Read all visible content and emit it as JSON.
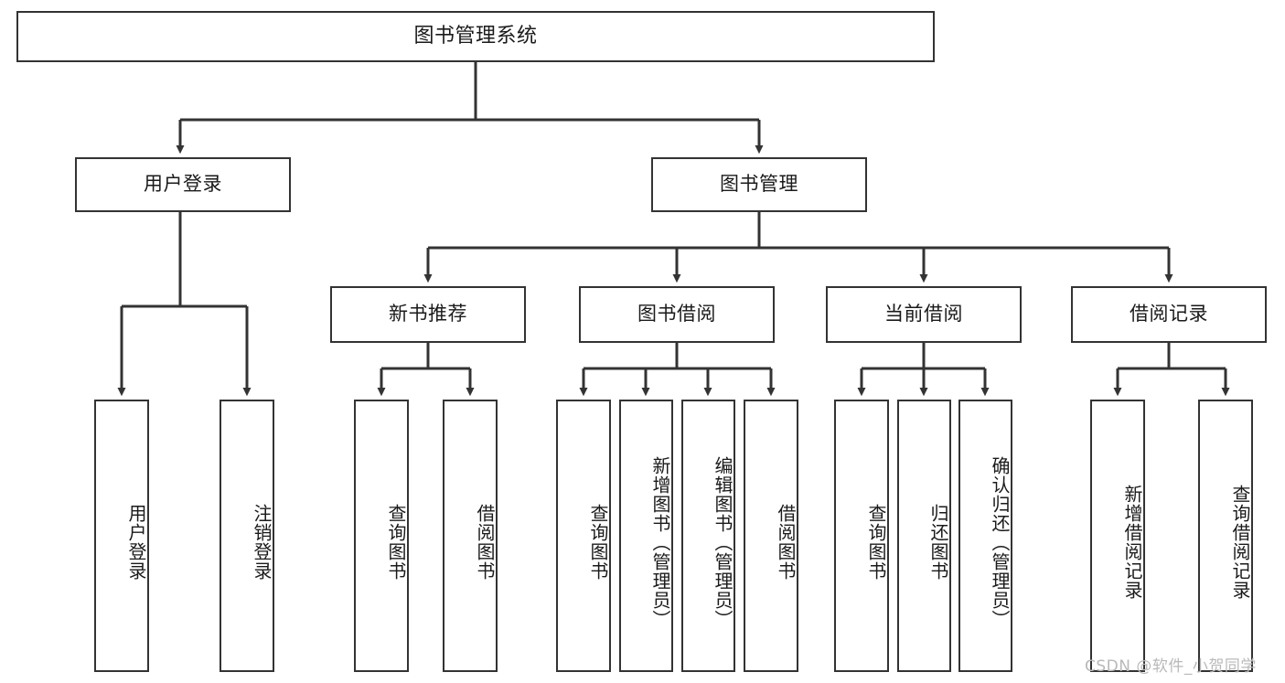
{
  "diagram": {
    "title": "图书管理系统",
    "type": "tree-hierarchy",
    "root": {
      "label": "图书管理系统"
    },
    "level2": [
      {
        "label": "用户登录"
      },
      {
        "label": "图书管理"
      }
    ],
    "level3": [
      {
        "label": "新书推荐"
      },
      {
        "label": "图书借阅"
      },
      {
        "label": "当前借阅"
      },
      {
        "label": "借阅记录"
      }
    ],
    "leaves": {
      "user_login": [
        {
          "label": "用户登录"
        },
        {
          "label": "注销登录"
        }
      ],
      "new_book_rec": [
        {
          "label": "查询图书"
        },
        {
          "label": "借阅图书"
        }
      ],
      "book_borrow": [
        {
          "label": "查询图书"
        },
        {
          "label": "新增图书（管理员）"
        },
        {
          "label": "编辑图书（管理员）"
        },
        {
          "label": "借阅图书"
        }
      ],
      "current_borrow": [
        {
          "label": "查询图书"
        },
        {
          "label": "归还图书"
        },
        {
          "label": "确认归还（管理员）"
        }
      ],
      "borrow_record": [
        {
          "label": "新增借阅记录"
        },
        {
          "label": "查询借阅记录"
        }
      ]
    }
  },
  "watermark": {
    "text": "CSDN @软件_小贺同学"
  },
  "colors": {
    "stroke": "#333333",
    "background": "#ffffff",
    "text": "#1a1a1a",
    "watermark": "#b9b9b9"
  }
}
